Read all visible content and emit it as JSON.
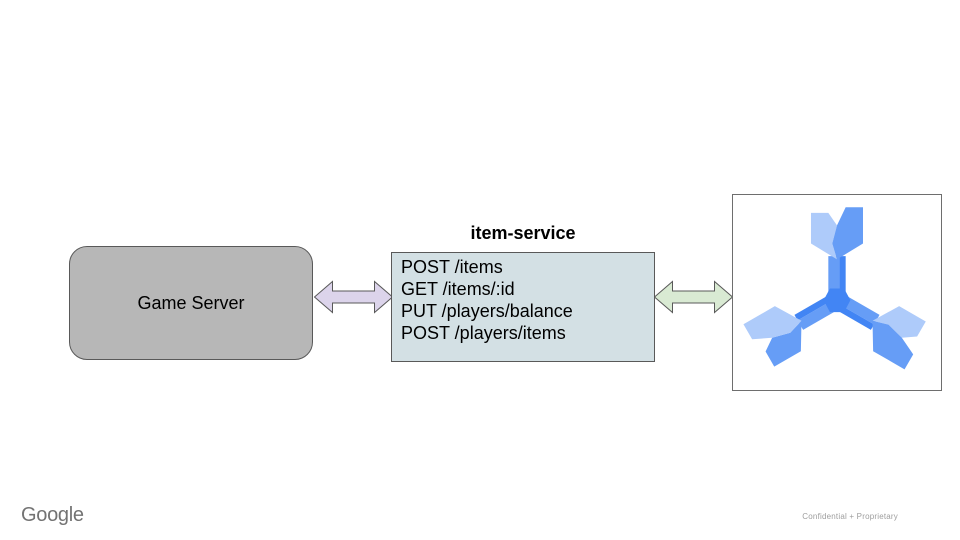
{
  "slide": {
    "background": "#ffffff",
    "diagram": {
      "game_server": {
        "label": "Game Server",
        "fill": "#b7b7b7",
        "border": "#595959"
      },
      "item_service": {
        "title": "item-service",
        "endpoints": [
          "POST /items",
          "GET /items/:id",
          "PUT /players/balance",
          "POST /players/items"
        ],
        "fill": "#d3e0e4",
        "border": "#595959"
      },
      "arrows": {
        "left_fill": "#dcd4eb",
        "right_fill": "#d9ead3",
        "stroke": "#595959"
      },
      "database": {
        "icon": "cloud-spanner-icon",
        "colors": {
          "light": "#aecbfa",
          "medium": "#669df6",
          "dark": "#4285f4"
        }
      }
    },
    "footer": {
      "brand": "Google",
      "brand_color": "#737373",
      "confidentiality": "Confidential + Proprietary",
      "confidentiality_color": "#9e9e9e"
    }
  }
}
